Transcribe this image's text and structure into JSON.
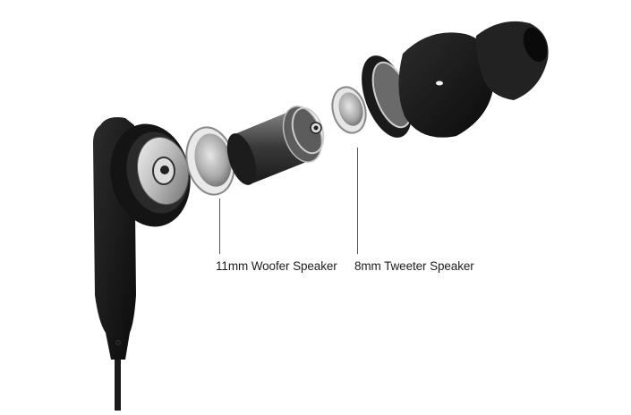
{
  "image": {
    "subject": "Exploded view of in-ear headphone earbud",
    "background": "#ffffff",
    "colors": {
      "housing": "#151515",
      "metal_light": "#d8d8d8",
      "metal_dark": "#5a5a5a",
      "leader_line": "#555555",
      "label_text": "#1e1e1e"
    }
  },
  "labels": {
    "woofer": "11mm Woofer Speaker",
    "tweeter": "8mm Tweeter Speaker"
  }
}
